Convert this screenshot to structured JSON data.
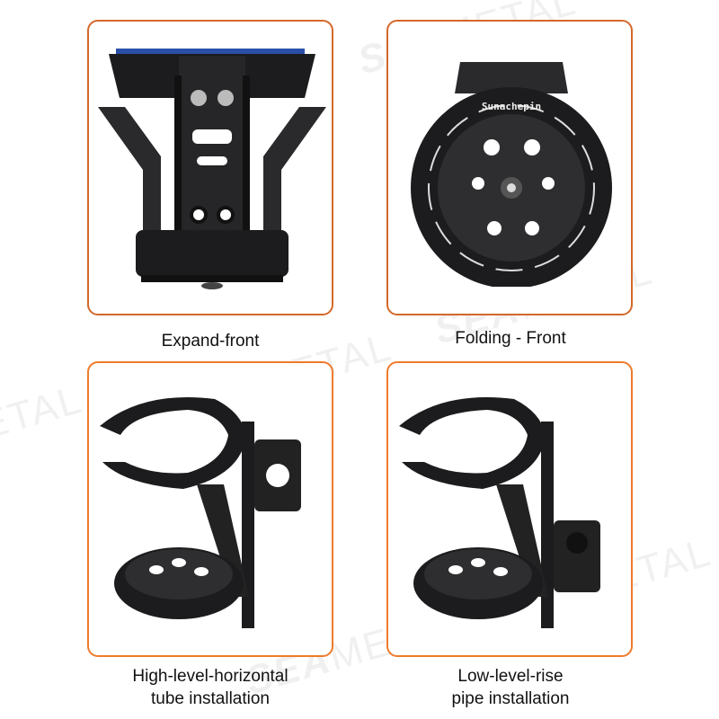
{
  "watermark": {
    "brand_bold": "SEA",
    "brand_thin": "METAL",
    "registered": "®"
  },
  "product_brand_text": "Sunachepin",
  "panels": [
    {
      "id": "expand-front",
      "caption_lines": [
        "Expand-front"
      ]
    },
    {
      "id": "folding-front",
      "caption_lines": [
        "Folding - Front"
      ]
    },
    {
      "id": "high-level-horizontal",
      "caption_lines": [
        "High-level-horizontal",
        "tube installation"
      ]
    },
    {
      "id": "low-level-rise",
      "caption_lines": [
        "Low-level-rise",
        "pipe installation"
      ]
    }
  ],
  "colors": {
    "border_top": "#d4682a",
    "border_bottom": "#f07a2a",
    "product_black": "#1c1c1e",
    "accent_blue": "#2a4fa8"
  }
}
